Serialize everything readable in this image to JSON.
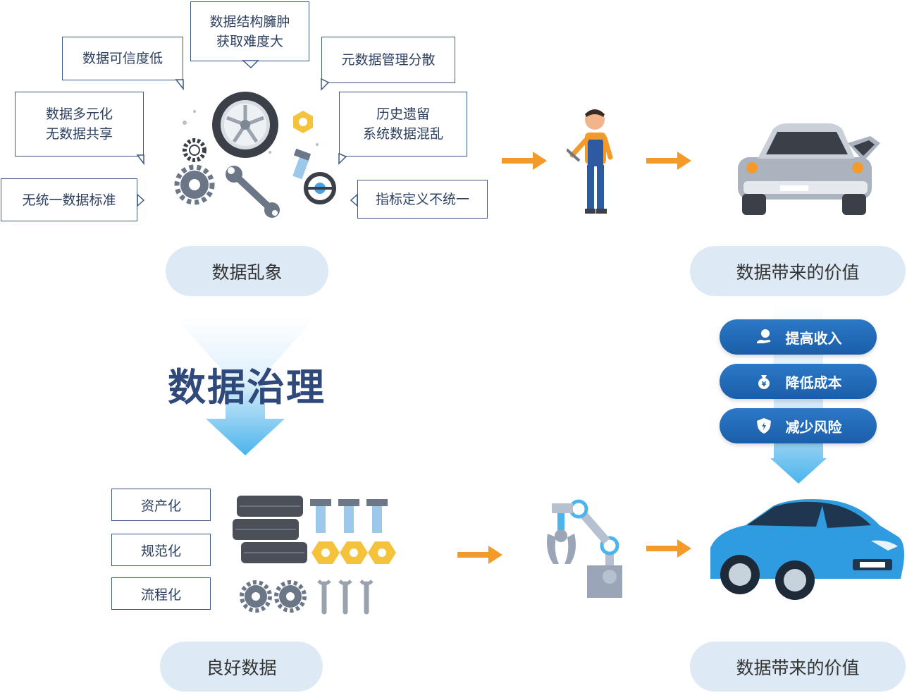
{
  "chaos_bubbles": {
    "b1": "数据结构臃肿\n获取难度大",
    "b2": "数据可信度低",
    "b3": "元数据管理分散",
    "b4": "数据多元化\n无数据共享",
    "b5": "历史遗留\n系统数据混乱",
    "b6": "无统一数据标准",
    "b7": "指标定义不统一"
  },
  "pills": {
    "chaos": "数据乱象",
    "value_top": "数据带来的价值",
    "good": "良好数据",
    "value_bottom": "数据带来的价值"
  },
  "governance_title": "数据治理",
  "good_boxes": [
    "资产化",
    "规范化",
    "流程化"
  ],
  "value_buttons": [
    {
      "label": "提高收入",
      "icon": "hand-coin-icon"
    },
    {
      "label": "降低成本",
      "icon": "money-bag-icon"
    },
    {
      "label": "减少风险",
      "icon": "shield-icon"
    }
  ],
  "colors": {
    "accent_orange": "#f39a2b",
    "pill_bg": "#ddeaf6",
    "button_blue": "#1f67b5",
    "title_navy": "#2f4a7a",
    "car_blue": "#2f9be0"
  }
}
